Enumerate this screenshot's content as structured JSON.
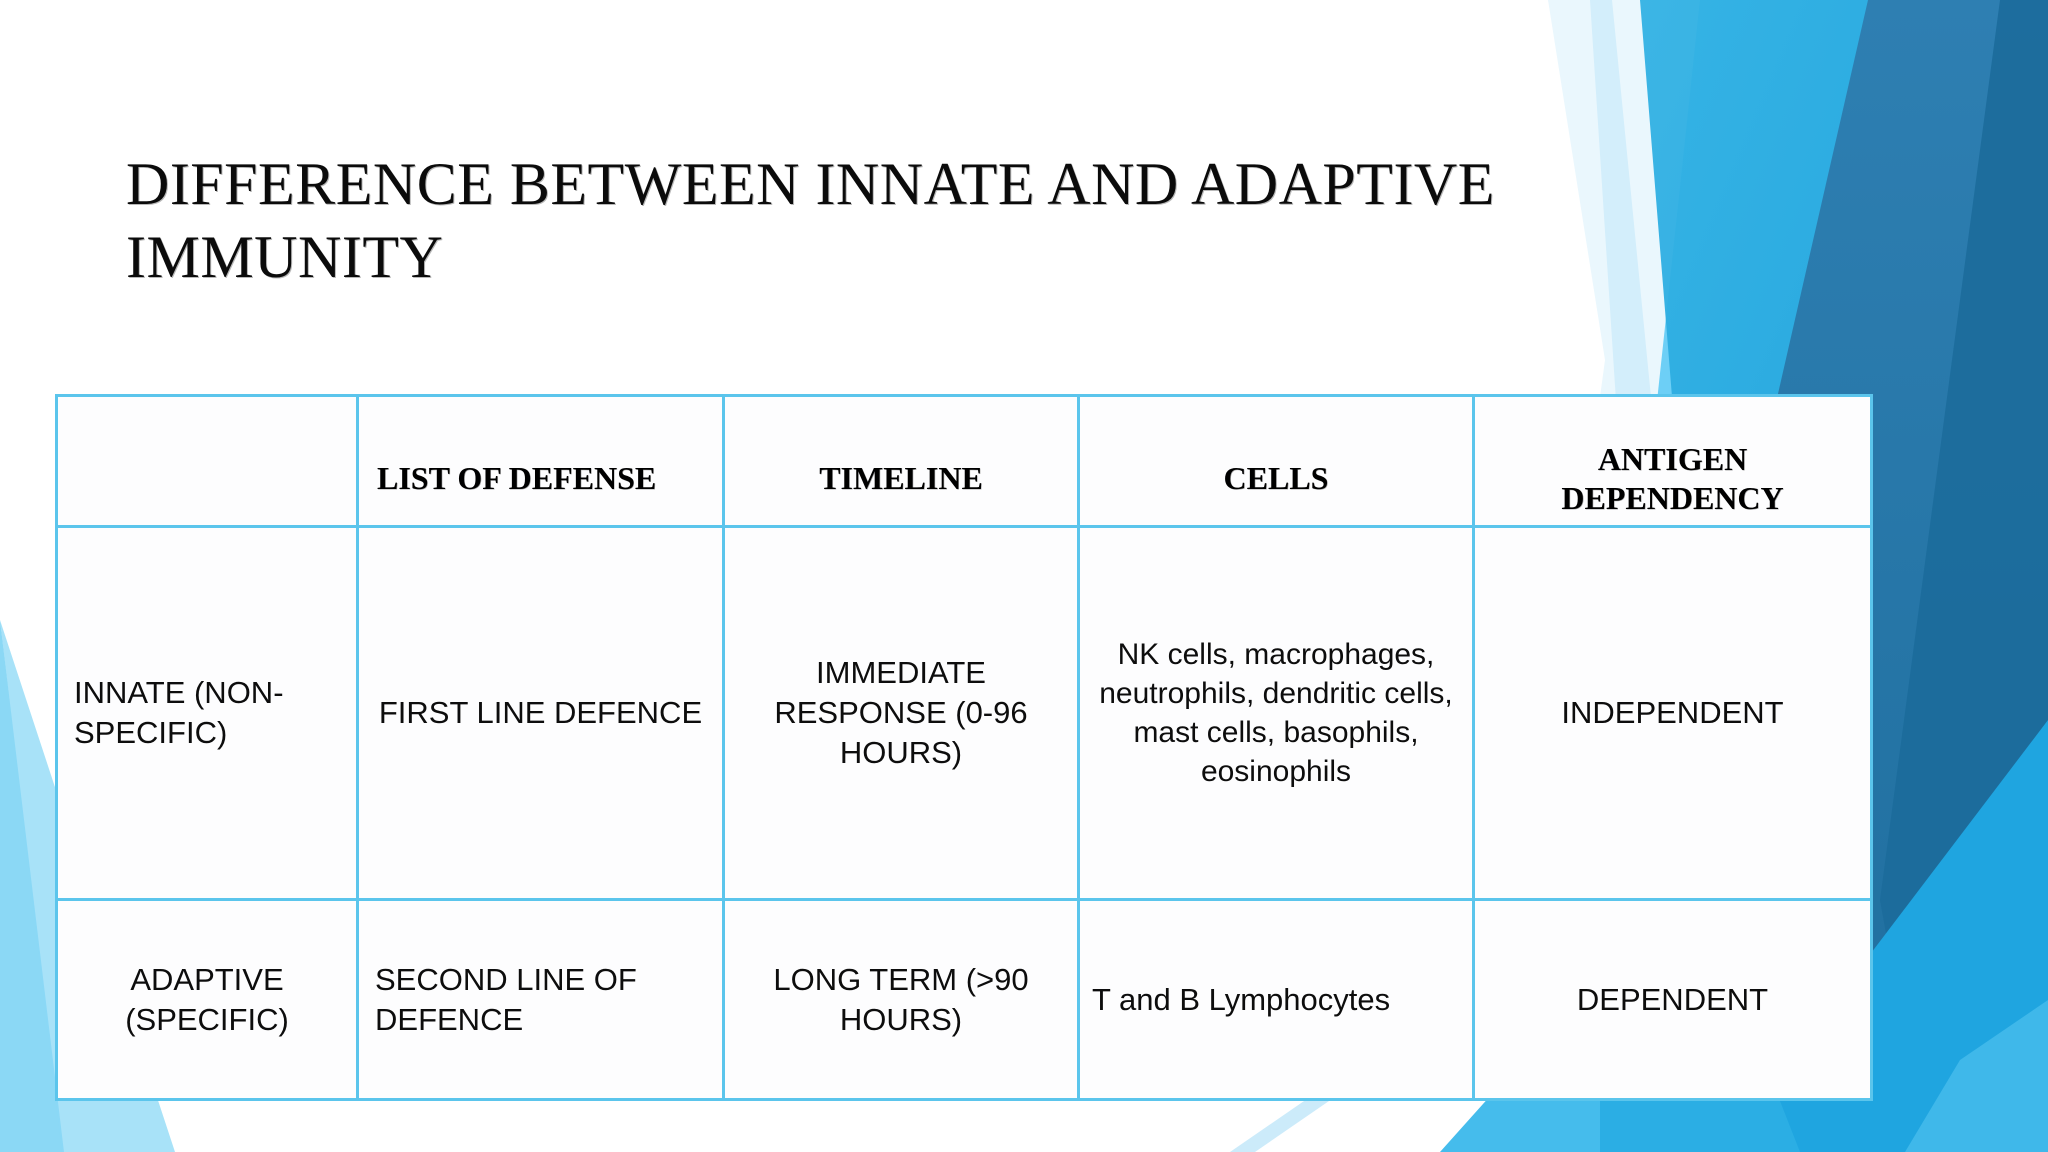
{
  "slide": {
    "title": "DIFFERENCE BETWEEN INNATE AND ADAPTIVE IMMUNITY"
  },
  "colors": {
    "table_border": "#5BC5EC",
    "accent_light": "#6DCFF6",
    "accent_medium": "#29ABE2",
    "accent_dark": "#2B7CAE",
    "accent_deep": "#236F9E",
    "page_background": "#FFFFFF",
    "text": "#000000"
  },
  "table": {
    "headers": [
      {
        "label": "",
        "align": "left"
      },
      {
        "label": "LIST OF DEFENSE",
        "align": "left"
      },
      {
        "label": "TIMELINE",
        "align": "center"
      },
      {
        "label": "CELLS",
        "align": "center"
      },
      {
        "label": "ANTIGEN DEPENDENCY",
        "align": "center"
      }
    ],
    "rows": [
      {
        "name": "innate",
        "cells": [
          "INNATE (NON-SPECIFIC)",
          "FIRST LINE DEFENCE",
          "IMMEDIATE RESPONSE (0-96 HOURS)",
          "NK cells, macrophages, neutrophils, dendritic cells, mast cells, basophils, eosinophils",
          "INDEPENDENT"
        ]
      },
      {
        "name": "adaptive",
        "cells": [
          "ADAPTIVE (SPECIFIC)",
          "SECOND LINE OF DEFENCE",
          "LONG TERM (>90  HOURS)",
          "T and B Lymphocytes",
          "DEPENDENT"
        ]
      }
    ]
  }
}
